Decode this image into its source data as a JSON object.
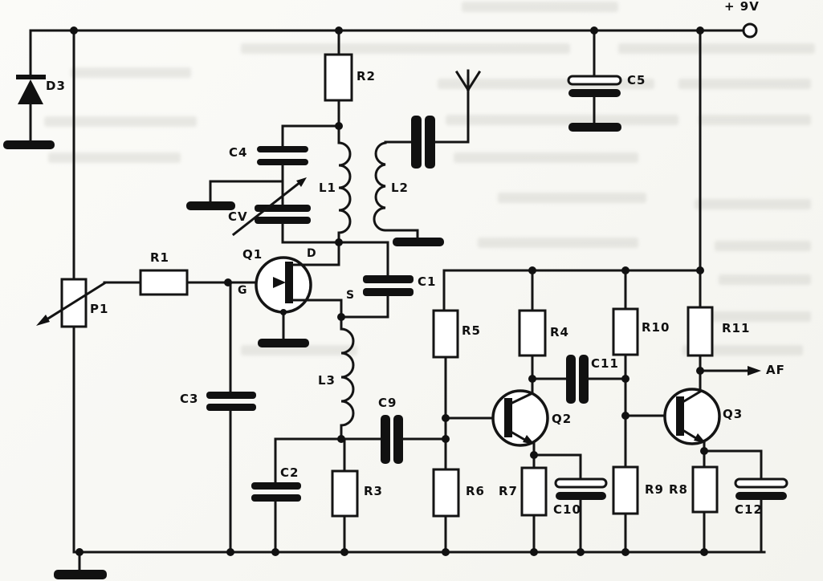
{
  "labels": {
    "p9v": "+ 9V",
    "af": "AF",
    "d3": "D3",
    "p1": "P1",
    "r1": "R1",
    "r2": "R2",
    "r3": "R3",
    "r4": "R4",
    "r5": "R5",
    "r6": "R6",
    "r7": "R7",
    "r8": "R8",
    "r9": "R9",
    "r10": "R10",
    "r11": "R11",
    "c1": "C1",
    "c2": "C2",
    "c3": "C3",
    "c4": "C4",
    "c5": "C5",
    "c9": "C9",
    "c10": "C10",
    "c11": "C11",
    "c12": "C12",
    "cv": "CV",
    "l1": "L1",
    "l2": "L2",
    "l3": "L3",
    "q1": "Q1",
    "q2": "Q2",
    "q3": "Q3",
    "g": "G",
    "d": "D",
    "s": "S"
  }
}
